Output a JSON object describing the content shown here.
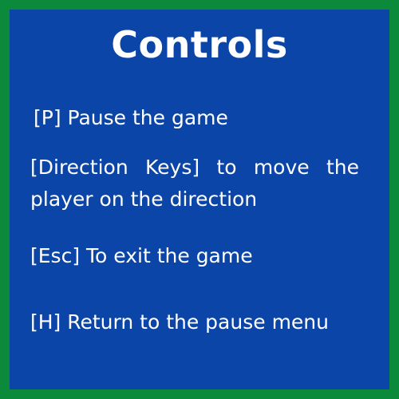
{
  "title": "Controls",
  "controls": [
    "[P] Pause the game",
    "[Direction Keys] to move the player on the direction",
    "[Esc] To exit the game",
    "[H] Return to the pause menu"
  ],
  "colors": {
    "border": "#0b8a3b",
    "background": "#0b45a8",
    "text": "#ffffff"
  }
}
